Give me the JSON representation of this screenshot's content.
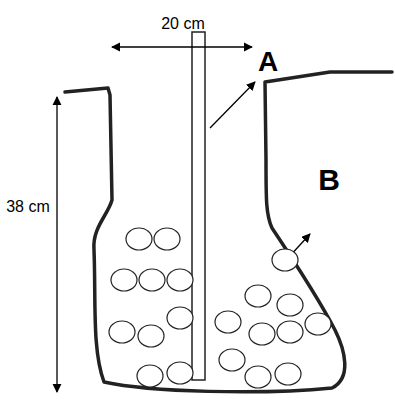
{
  "diagram": {
    "labels": [
      "20 cm",
      "A",
      "38 cm",
      "B"
    ]
  }
}
